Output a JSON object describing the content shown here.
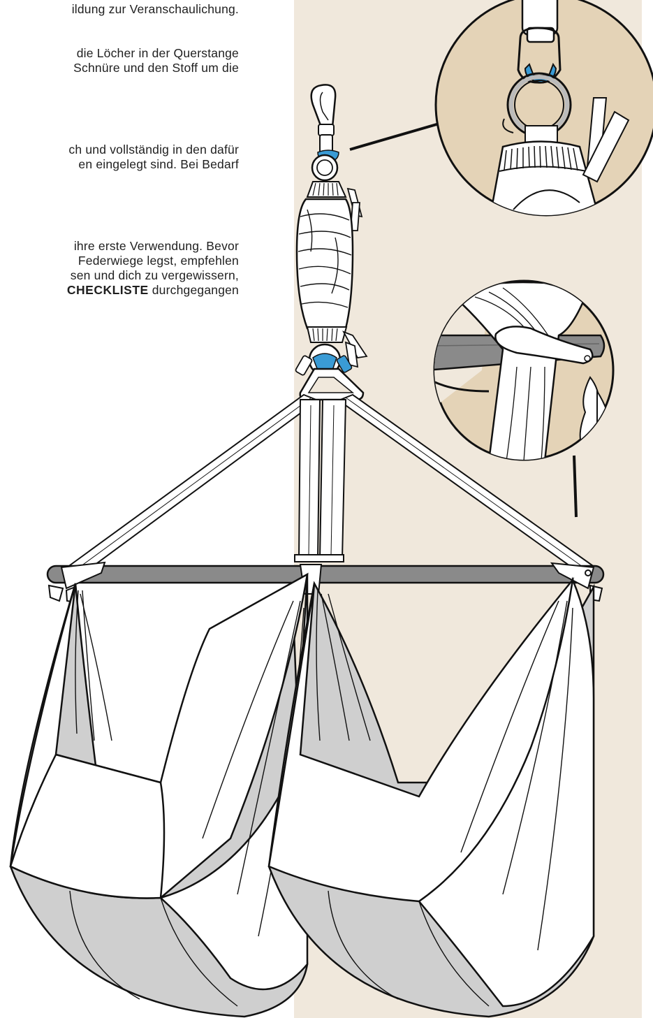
{
  "paragraphs": [
    {
      "lines": [
        "ildung zur Veranschaulichung."
      ]
    },
    {
      "lines": [
        "die Löcher in der Querstange",
        "Schnüre und den Stoff um die"
      ]
    },
    {
      "lines": [
        "ch und vollständig in den dafür",
        "en eingelegt sind. Bei Bedarf"
      ]
    },
    {
      "lines": [
        "ihre erste Verwendung. Bevor",
        "Federwiege legst, empfehlen",
        "sen und dich zu vergewissern,"
      ],
      "last_line": {
        "bold": "CHECKLISTE",
        "rest": " durchgegangen"
      }
    }
  ],
  "colors": {
    "panel_beige": "#f0e8dc",
    "zoom_beige": "#e4d3b7",
    "accent_blue": "#3a9bd5",
    "bar_gray": "#8a8a8a",
    "fabric_white": "#ffffff",
    "fabric_shadow": "#cfcfcf"
  },
  "icons": [
    "carabiner-hook-icon",
    "swivel-ring-icon",
    "spring-cover-icon",
    "spreader-bar-icon"
  ]
}
